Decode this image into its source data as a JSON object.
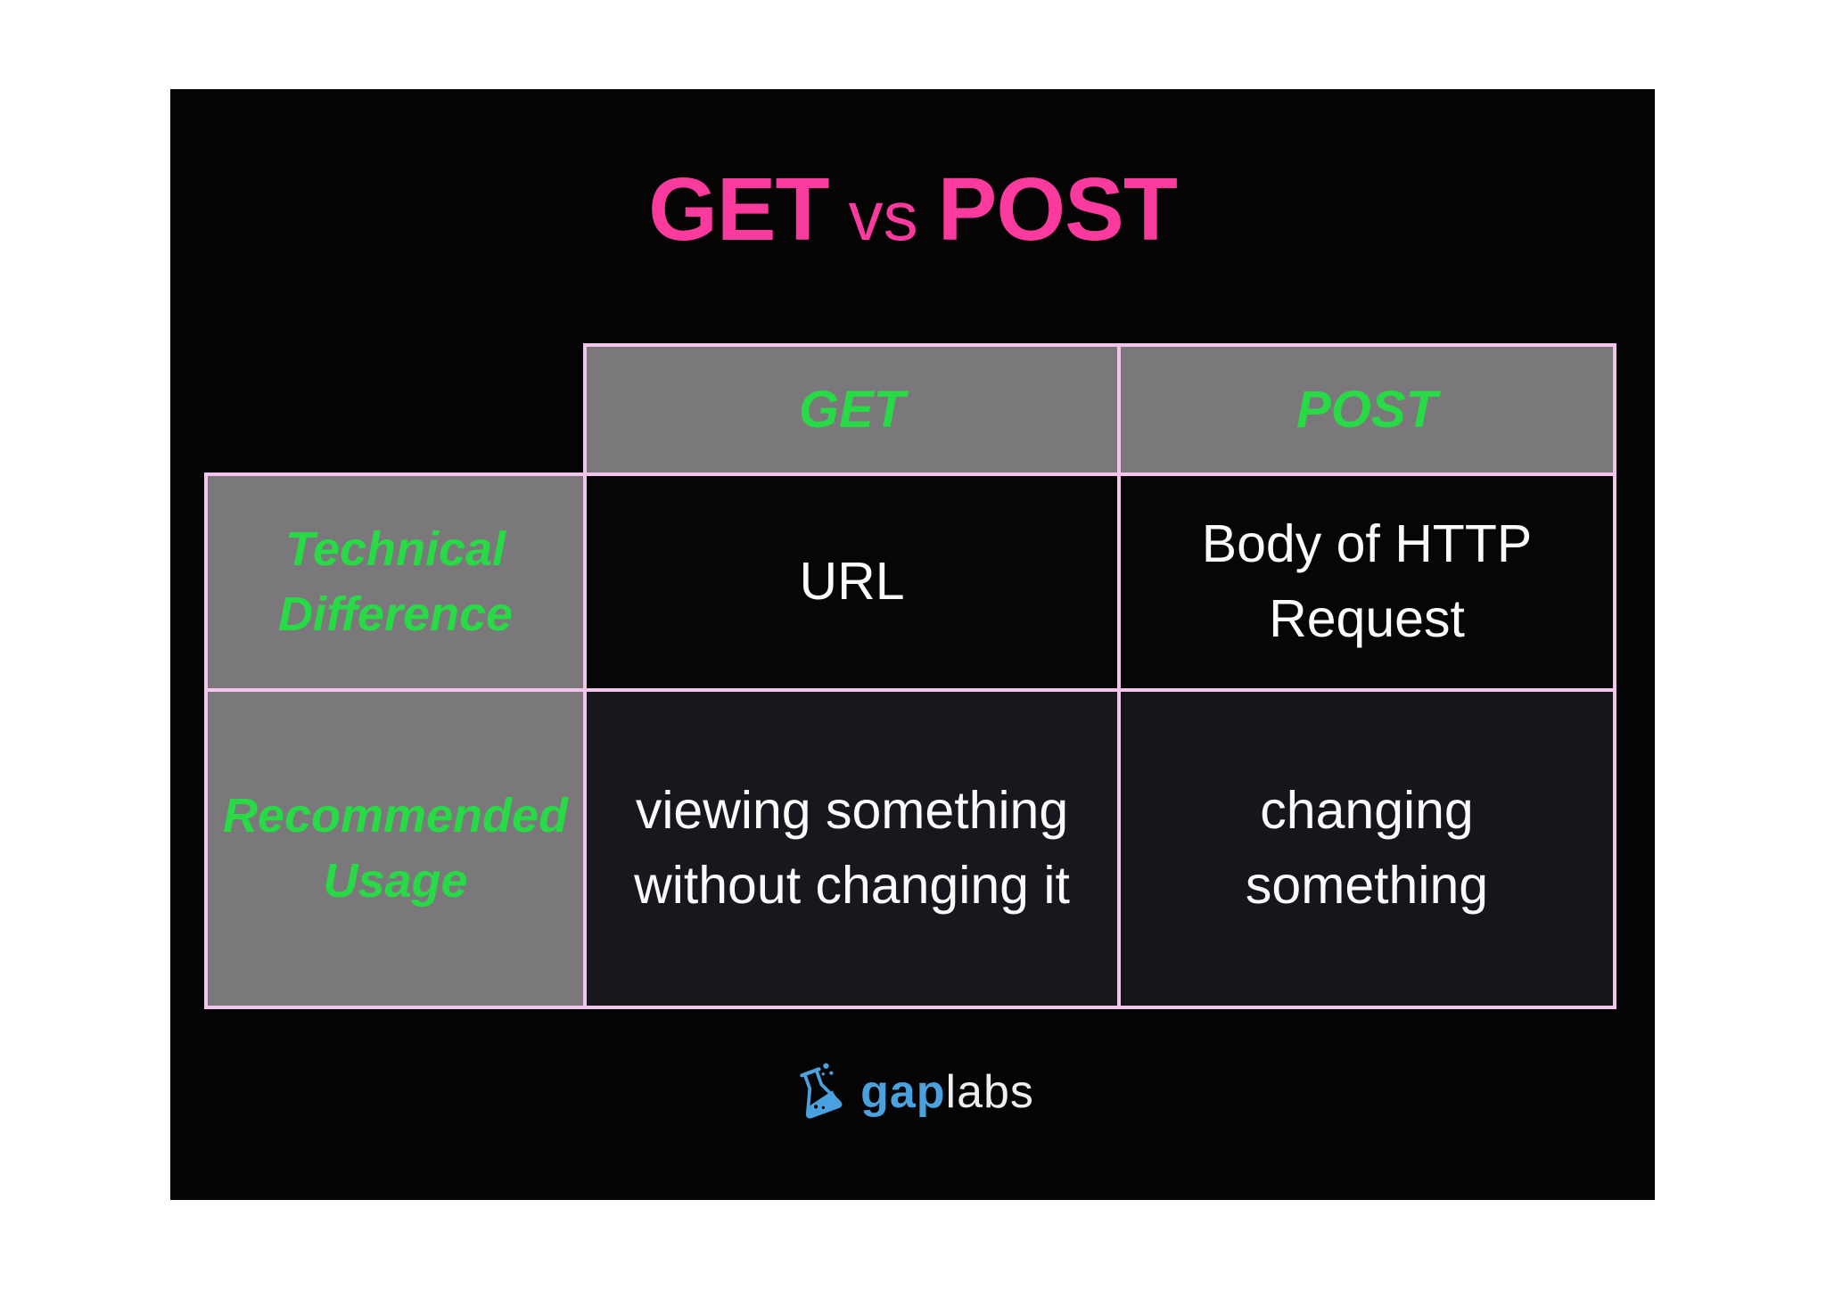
{
  "page": {
    "background": "#ffffff",
    "card_background": "#040404"
  },
  "title": {
    "left": "GET",
    "middle": "vs",
    "right": "POST",
    "color": "#fb3a9e"
  },
  "table": {
    "border_color": "#f3c4ec",
    "header_background": "#7b787b",
    "header_text_color": "#28da46",
    "columns": [
      {
        "label": "GET"
      },
      {
        "label": "POST"
      }
    ],
    "rows": [
      {
        "header": "Technical Difference",
        "cells": [
          "URL",
          "Body of HTTP Request"
        ]
      },
      {
        "header": "Recommended Usage",
        "cells": [
          "viewing something without changing it",
          "changing something"
        ]
      }
    ]
  },
  "footer": {
    "icon": "flask-icon",
    "icon_color": "#4ba1de",
    "brand_primary": "gap",
    "brand_secondary": "labs"
  }
}
